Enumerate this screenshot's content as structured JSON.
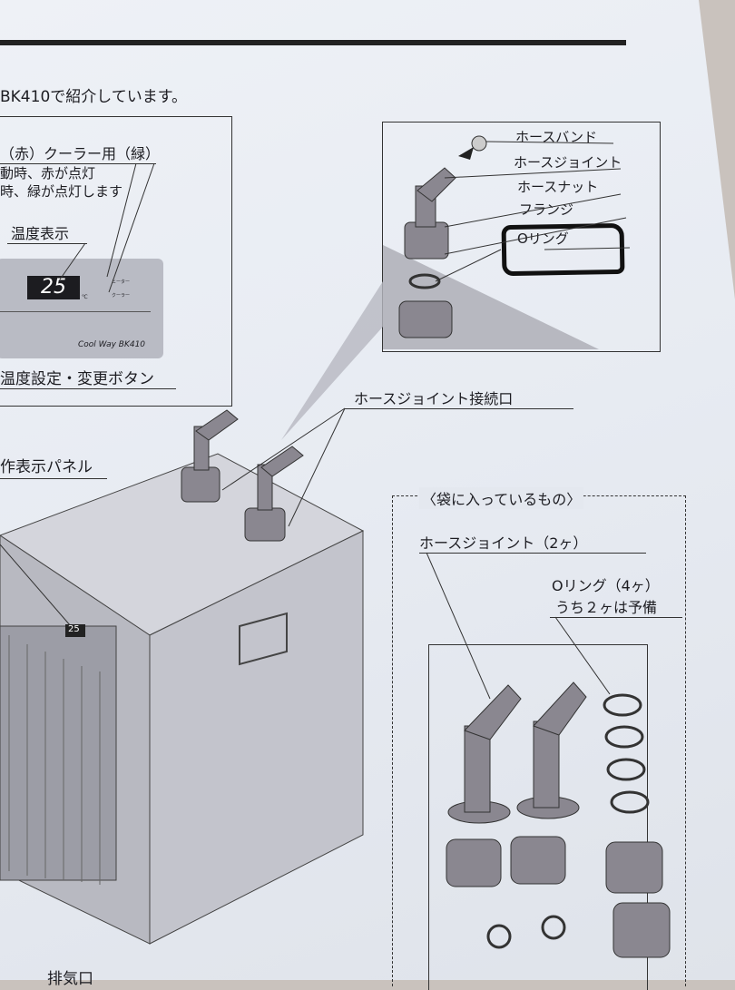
{
  "header": {
    "intro": "BK410で紹介しています。"
  },
  "panel_box": {
    "indicator_title": "（赤）クーラー用（緑）",
    "indicator_line1": "動時、赤が点灯",
    "indicator_line2": "時、緑が点灯します",
    "temp_label": "温度表示",
    "display_value": "25",
    "unit": "℃",
    "led_heater": "ヒーター",
    "led_cooler": "クーラー",
    "brand": "Cool Way BK410",
    "button_label": "温度設定・変更ボタン"
  },
  "detail_box": {
    "labels": [
      "ホースバンド",
      "ホースジョイント",
      "ホースナット",
      "フランジ",
      "Oリング"
    ],
    "highlighted": "Oリング"
  },
  "main": {
    "connection_label": "ホースジョイント接続口",
    "panel_label": "作表示パネル",
    "exhaust_label": "排気口",
    "unit_display": "25"
  },
  "contents": {
    "title": "〈袋に入っているもの〉",
    "hose_joint": "ホースジョイント（2ヶ）",
    "oring": "Oリング（4ヶ）",
    "oring_note": "うち２ヶは予備"
  },
  "colors": {
    "ink": "#1d1d22",
    "paper": "#e9edf3",
    "part_gray": "#8a8790",
    "body_gray": "#c8c9d0",
    "highlight": "#111111"
  }
}
